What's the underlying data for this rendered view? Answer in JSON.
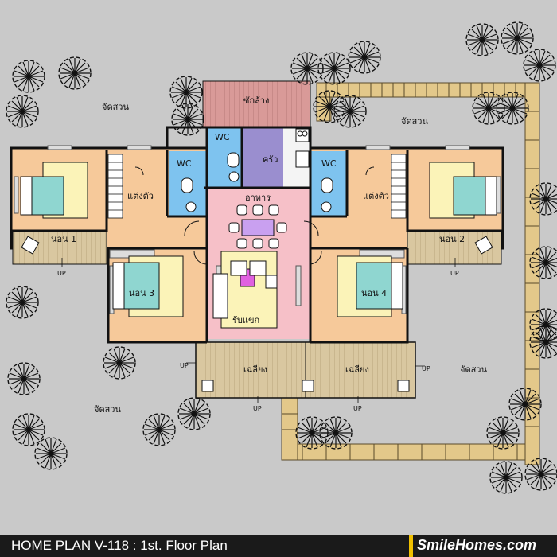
{
  "labels": {
    "garden": "จัดสวน",
    "laundry": "ซักล้าง",
    "wc": "WC",
    "kitchen": "ครัว",
    "dining": "อาหาร",
    "dressing": "แต่งตัว",
    "bed1": "นอน 1",
    "bed2": "นอน 2",
    "bed3": "นอน 3",
    "bed4": "นอน 4",
    "living": "รับแขก",
    "terrace": "เฉลียง",
    "up": "UP"
  },
  "footer": {
    "title": "HOME PLAN V-118 : 1st. Floor Plan",
    "brand": "SmileHomes.com"
  },
  "colors": {
    "background": "#c9c9c9",
    "bedroom": "#f6c99a",
    "bed_mattress": "#fbf3b8",
    "bed_cover": "#8fd6d0",
    "bathroom": "#7ec3ef",
    "kitchen": "#9a8ecf",
    "living_dining": "#f6c0c8",
    "laundry": "#d99a98",
    "terrace_floor": "#d9c7a0",
    "fence": "#e3c88a",
    "walls": "#111111",
    "footer": "#1a1a1a",
    "footer_accent": "#f0c000"
  }
}
